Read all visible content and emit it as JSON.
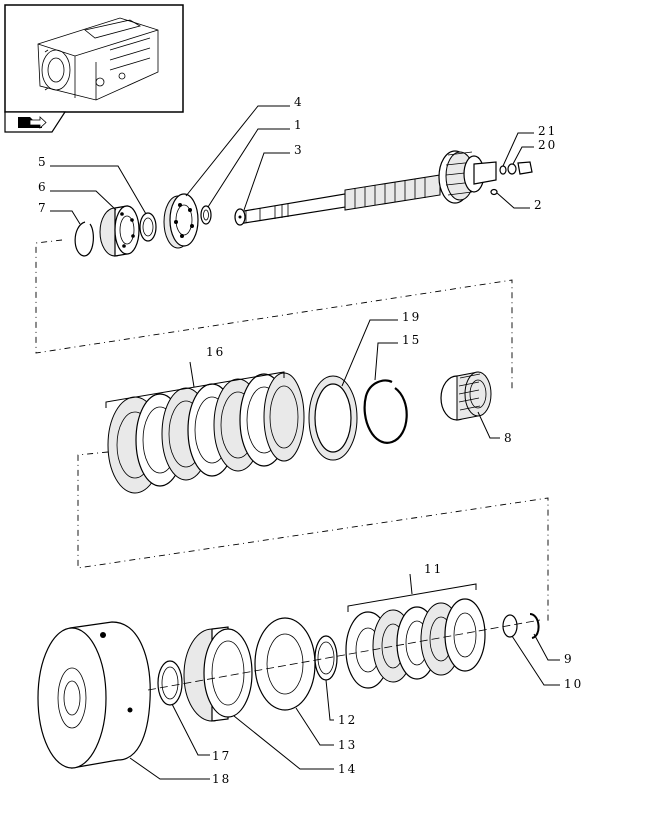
{
  "diagram": {
    "nav_icon": "book-arrow-icon",
    "thumbnail": "transmission-housing-thumbnail",
    "callouts": [
      {
        "id": "c1",
        "text": "1"
      },
      {
        "id": "c2",
        "text": "2"
      },
      {
        "id": "c3",
        "text": "3"
      },
      {
        "id": "c4",
        "text": "4"
      },
      {
        "id": "c5",
        "text": "5"
      },
      {
        "id": "c6",
        "text": "6"
      },
      {
        "id": "c7",
        "text": "7"
      },
      {
        "id": "c8",
        "text": "8"
      },
      {
        "id": "c9",
        "text": "9"
      },
      {
        "id": "c10",
        "text": "10"
      },
      {
        "id": "c11",
        "text": "11"
      },
      {
        "id": "c12",
        "text": "12"
      },
      {
        "id": "c13",
        "text": "13"
      },
      {
        "id": "c14",
        "text": "14"
      },
      {
        "id": "c15",
        "text": "15"
      },
      {
        "id": "c16",
        "text": "16"
      },
      {
        "id": "c17",
        "text": "17"
      },
      {
        "id": "c18",
        "text": "18"
      },
      {
        "id": "c19",
        "text": "19"
      },
      {
        "id": "c20",
        "text": "20"
      },
      {
        "id": "c21",
        "text": "21"
      }
    ]
  }
}
